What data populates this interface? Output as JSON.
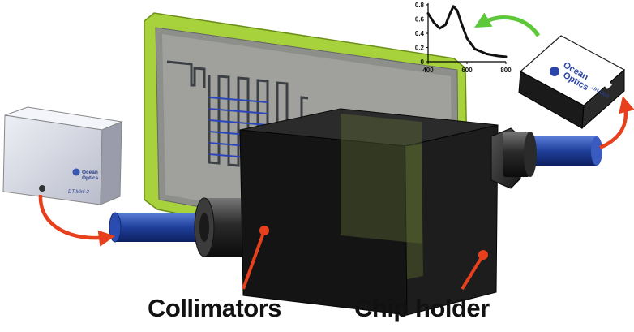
{
  "labels": {
    "collimators": "Collimators",
    "chip_holder": "Chip holder"
  },
  "light_source": {
    "brand_line1": "Ocean",
    "brand_line2": "Optics",
    "model": "DT-Mini-2"
  },
  "spectrometer": {
    "brand_line1": "Ocean",
    "brand_line2": "Optics",
    "model": "HR4000"
  },
  "colors": {
    "arrow_red": "#e8401c",
    "arrow_green": "#5cc83a",
    "chip_frame": "#a8d23c",
    "fiber_blue": "#1f3f9a",
    "holder_black": "#141414",
    "spectrum_line": "#111111"
  },
  "chart_data": {
    "type": "line",
    "x": [
      400,
      430,
      460,
      490,
      510,
      530,
      550,
      570,
      600,
      640,
      700,
      760,
      800
    ],
    "series": [
      {
        "values": [
          0.68,
          0.55,
          0.47,
          0.52,
          0.66,
          0.78,
          0.72,
          0.55,
          0.33,
          0.18,
          0.11,
          0.08,
          0.07
        ]
      }
    ],
    "xlim": [
      400,
      800
    ],
    "ylim": [
      0,
      0.8
    ],
    "x_ticks": [
      "400",
      "600",
      "800"
    ],
    "y_ticks": [
      "0",
      "0.2",
      "0.4",
      "0.6",
      "0.8"
    ],
    "title": "",
    "xlabel": "",
    "ylabel": "",
    "grid": false
  }
}
